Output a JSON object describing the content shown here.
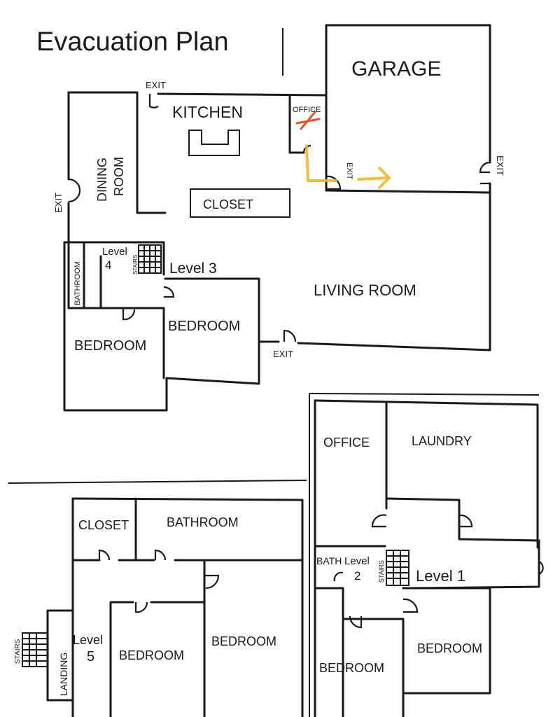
{
  "title": "Evacuation Plan",
  "colors": {
    "ink": "#1a1a1a",
    "route_orange": "#f0b72a",
    "route_red": "#e8542b"
  },
  "upper_floor": {
    "garage": "GARAGE",
    "kitchen": "KITCHEN",
    "office": "OFFICE",
    "dining": [
      "DINING",
      "ROOM"
    ],
    "closet": "CLOSET",
    "living_room": "LIVING ROOM",
    "bathroom": "BATHROOM",
    "stairs": "STAIRS",
    "level4": [
      "Level",
      "4"
    ],
    "level3": "Level 3",
    "bedroom_left": "BEDROOM",
    "bedroom_mid": "BEDROOM",
    "exit_kitchen": "EXIT",
    "exit_dining": "EXIT",
    "exit_garage_inner": "EXIT",
    "exit_garage_right": "EXIT",
    "exit_living": "EXIT"
  },
  "lower_left": {
    "closet": "CLOSET",
    "bathroom": "BATHROOM",
    "stairs": "STAIRS",
    "landing": "LANDING",
    "level5": [
      "Level",
      "5"
    ],
    "bedroom_a": "BEDROOM",
    "bedroom_b": "BEDROOM"
  },
  "lower_right": {
    "office": "OFFICE",
    "laundry": "LAUNDRY",
    "bath": "BATH",
    "level2": [
      "Level",
      "2"
    ],
    "stairs": "STAIRS",
    "level1": "Level 1",
    "bedroom_a": "BEDROOM",
    "bedroom_b": "BEDROOM"
  }
}
